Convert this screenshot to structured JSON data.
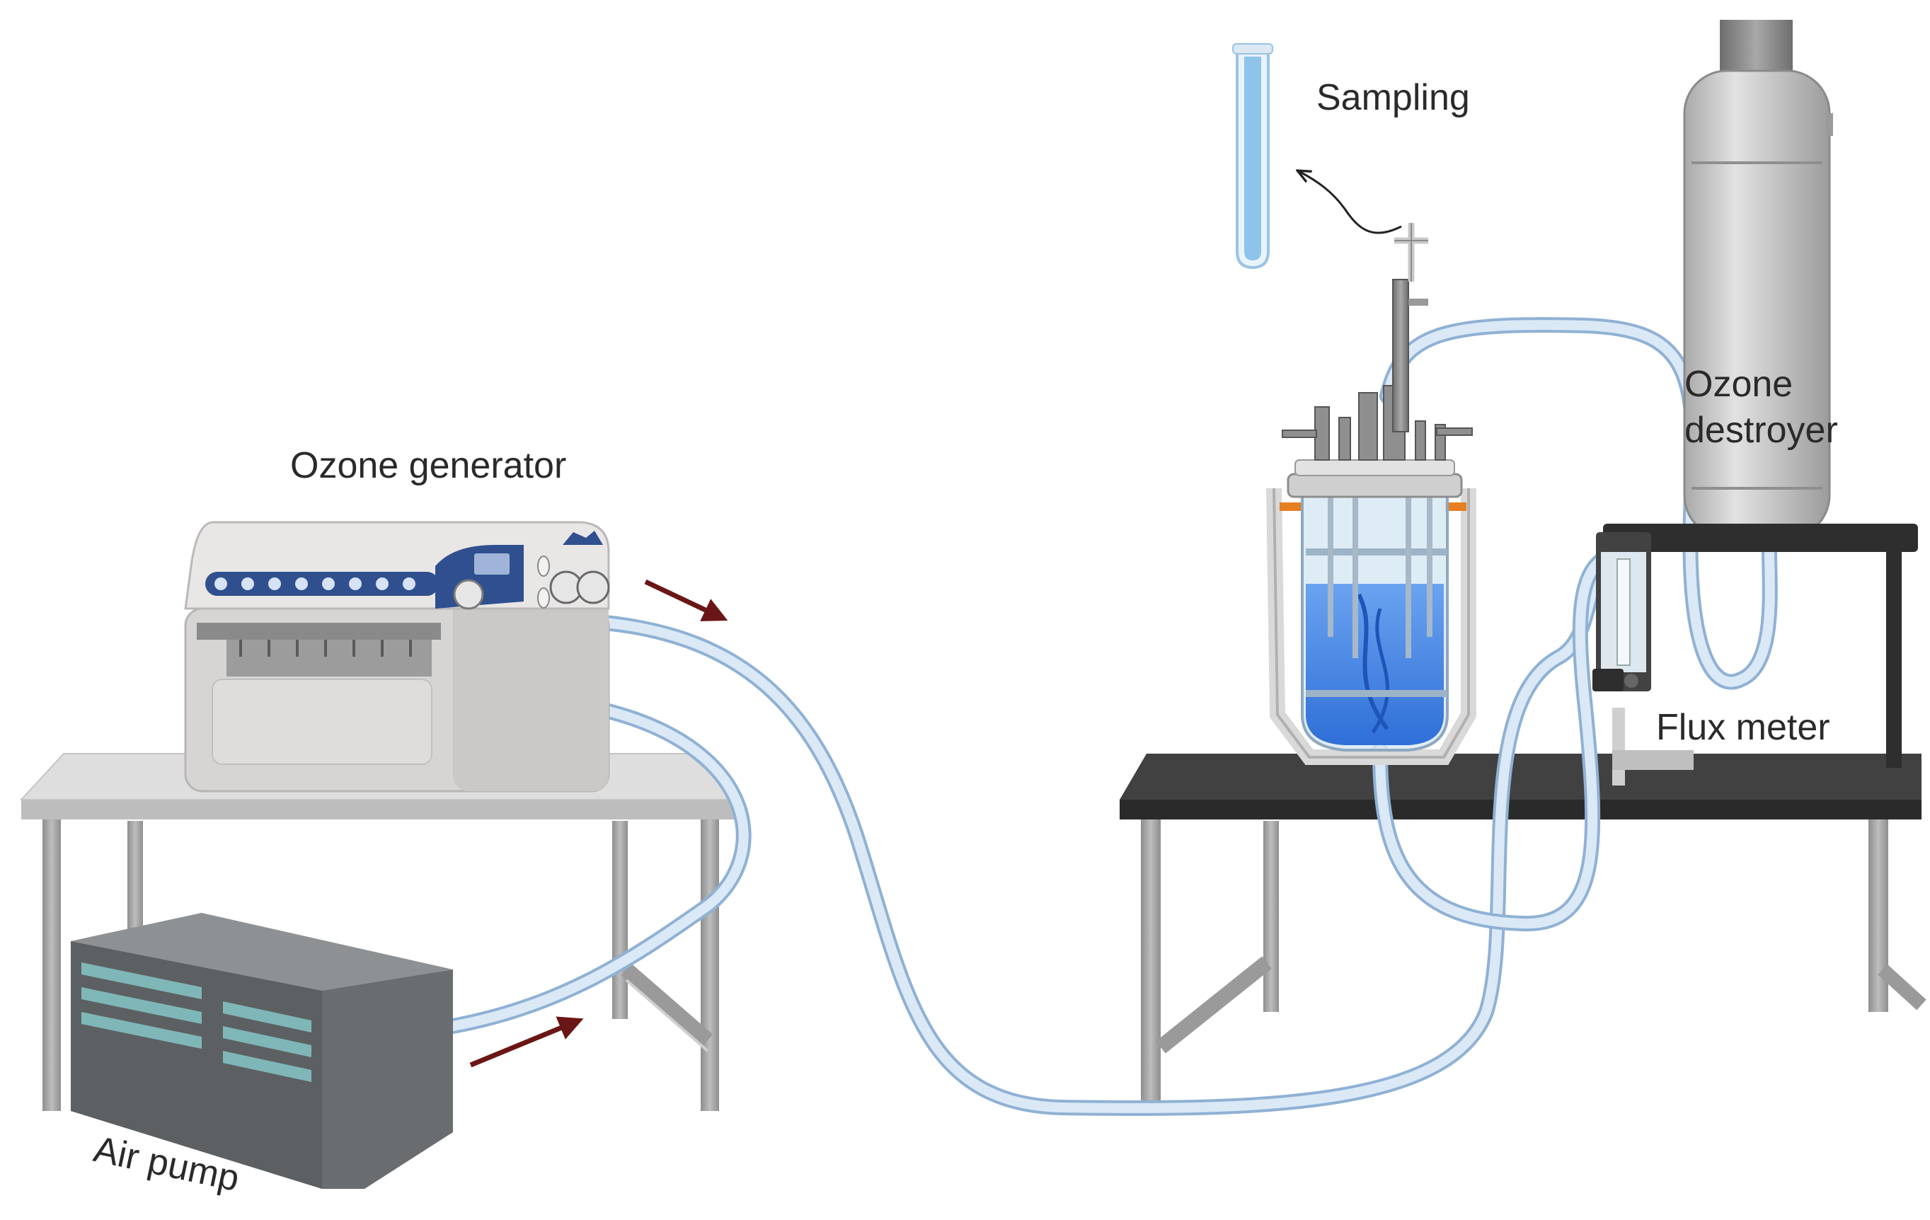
{
  "labels": {
    "ozone_generator": "Ozone generator",
    "sampling": "Sampling",
    "ozone_destroyer_line1": "Ozone",
    "ozone_destroyer_line2": "destroyer",
    "flux_meter": "Flux meter",
    "air_pump": "Air pump"
  },
  "colors": {
    "tube": "#c6dbee",
    "tube_edge": "#8fb1d4",
    "liquid": "#3d7fe6",
    "table_top_grey": "#d9d9d9",
    "table_top_dark": "#3a3a3a",
    "arrow": "#6b1616",
    "pump_body": "#6f7375",
    "pump_vent": "#7fb7b8",
    "panel_blue": "#2f4f8f"
  }
}
